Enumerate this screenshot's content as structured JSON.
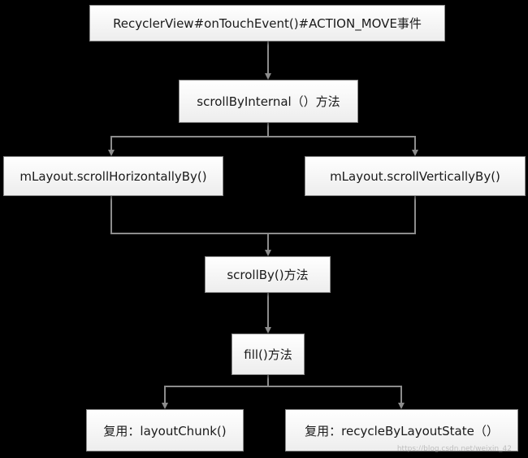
{
  "nodes": {
    "n1": "RecyclerView#onTouchEvent()#ACTION_MOVE事件",
    "n2": "scrollByInternal（）方法",
    "n3": "mLayout.scrollHorizontallyBy()",
    "n4": "mLayout.scrollVerticallyBy()",
    "n5": "scrollBy()方法",
    "n6": "fill()方法",
    "n7": "复用：layoutChunk()",
    "n8": "复用：recycleByLayoutState（）"
  },
  "watermark": "https://blog.csdn.net/weixin_42"
}
